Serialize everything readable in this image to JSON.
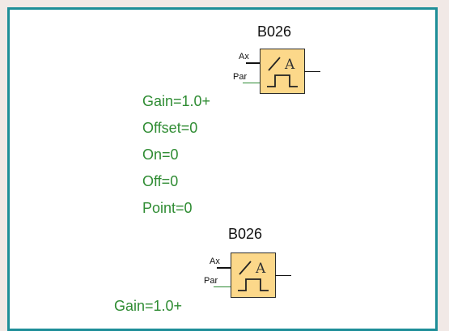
{
  "blocks": [
    {
      "title": "B026",
      "input_ax": "Ax",
      "input_par": "Par",
      "params": [
        "Gain=1.0+",
        "Offset=0",
        "On=0",
        "Off=0",
        "Point=0"
      ]
    },
    {
      "title": "B026",
      "input_ax": "Ax",
      "input_par": "Par",
      "params": [
        "Gain=1.0+"
      ]
    }
  ],
  "colors": {
    "frame_border": "#1e8e98",
    "block_fill": "#fcd88a",
    "param_text": "#2f8c33",
    "page_bg": "#f1e9e6"
  }
}
